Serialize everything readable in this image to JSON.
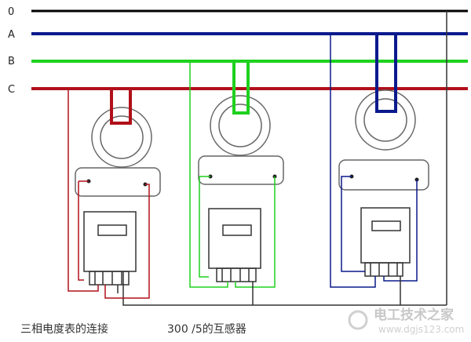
{
  "buses": [
    {
      "label": "0",
      "color": "#000000"
    },
    {
      "label": "A",
      "color": "#0a1a8c"
    },
    {
      "label": "B",
      "color": "#1fd11f"
    },
    {
      "label": "C",
      "color": "#b0101a"
    }
  ],
  "captions": {
    "left": "三相电度表的连接",
    "right": "300 /5的互感器"
  },
  "watermark": {
    "title": "电工技术之家",
    "url": "www.dgjs123.com"
  },
  "colors": {
    "neutral": "#000000",
    "phase_a": "#0a1a8c",
    "phase_b": "#1fd11f",
    "phase_c": "#b0101a",
    "outline": "#555555"
  }
}
